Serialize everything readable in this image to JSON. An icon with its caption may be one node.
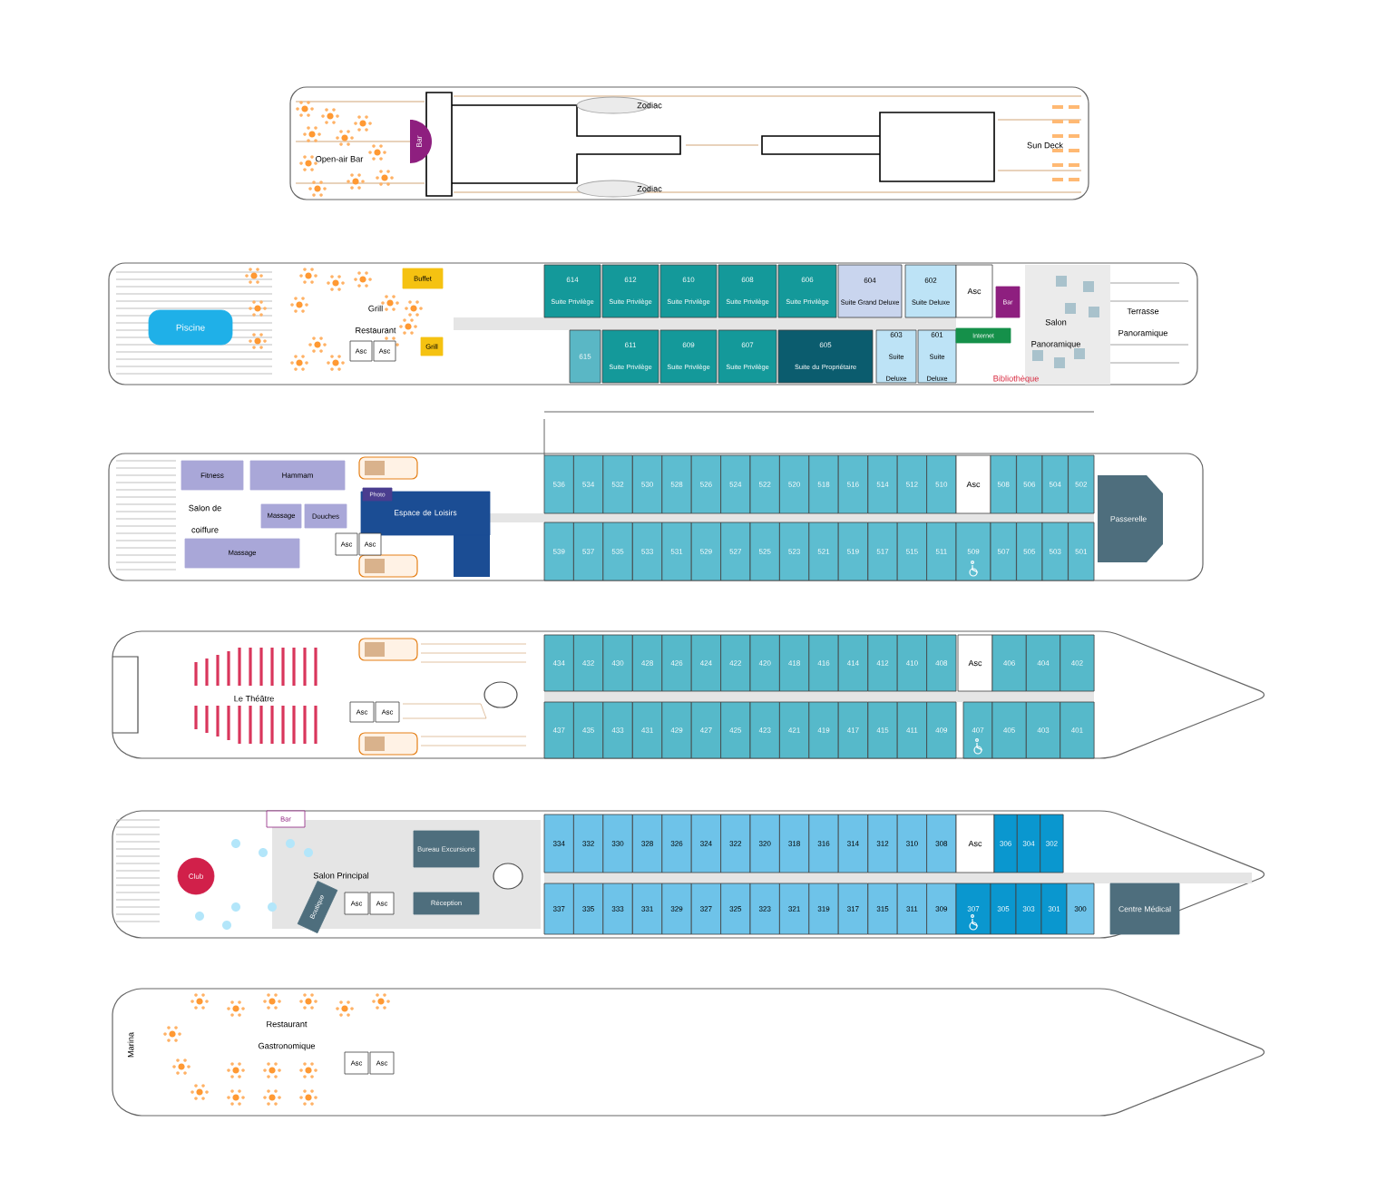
{
  "diagram": {
    "nodes": [
      {
        "text": [
          "Bar"
        ]
      },
      {
        "text": [
          "Piscine"
        ]
      },
      {
        "text": [
          "Buffet"
        ]
      },
      {
        "text": [
          "Asc"
        ]
      },
      {
        "text": [
          "Asc"
        ]
      },
      {
        "text": [
          "Grill"
        ]
      },
      {
        "text": [
          "614",
          "Suite Privilège"
        ]
      },
      {
        "text": [
          "612",
          "Suite Privilège"
        ]
      },
      {
        "text": [
          "610",
          "Suite Privilège"
        ]
      },
      {
        "text": [
          "608",
          "Suite Privilège"
        ]
      },
      {
        "text": [
          "606",
          "Suite Privilège"
        ]
      },
      {
        "text": [
          "604",
          "Suite Grand Deluxe"
        ]
      },
      {
        "text": [
          "602",
          "Suite Deluxe"
        ]
      },
      {
        "text": [
          "Asc"
        ]
      },
      {
        "text": [
          "Bar"
        ]
      },
      {
        "text": [
          "615"
        ]
      },
      {
        "text": [
          "611",
          "Suite Privilège"
        ]
      },
      {
        "text": [
          "609",
          "Suite Privilège"
        ]
      },
      {
        "text": [
          "607",
          "Suite Privilège"
        ]
      },
      {
        "text": [
          "605",
          "Suite du Propriétaire"
        ]
      },
      {
        "text": [
          "603",
          "Suite Deluxe"
        ]
      },
      {
        "text": [
          "601",
          "Suite Deluxe"
        ]
      },
      {
        "text": [
          "Internet"
        ]
      },
      {
        "text": [
          "Fitness"
        ]
      },
      {
        "text": [
          "Hammam"
        ]
      },
      {
        "text": [
          "Massage"
        ]
      },
      {
        "text": [
          "Douches"
        ]
      },
      {
        "text": [
          "Massage"
        ]
      },
      {
        "text": [
          "Espace de Loisirs"
        ]
      },
      {
        "text": [
          "Photo"
        ],
        "in": 28
      },
      {
        "text": [
          "Asc"
        ]
      },
      {
        "text": [
          "Asc"
        ]
      },
      {
        "text": [
          "536"
        ]
      },
      {
        "text": [
          "534"
        ]
      },
      {
        "text": [
          "532"
        ]
      },
      {
        "text": [
          "530"
        ]
      },
      {
        "text": [
          "528"
        ]
      },
      {
        "text": [
          "526"
        ]
      },
      {
        "text": [
          "524"
        ]
      },
      {
        "text": [
          "522"
        ]
      },
      {
        "text": [
          "520"
        ]
      },
      {
        "text": [
          "518"
        ]
      },
      {
        "text": [
          "516"
        ]
      },
      {
        "text": [
          "514"
        ]
      },
      {
        "text": [
          "512"
        ]
      },
      {
        "text": [
          "510"
        ]
      },
      {
        "text": [
          "Asc"
        ]
      },
      {
        "text": [
          "508"
        ]
      },
      {
        "text": [
          "506"
        ]
      },
      {
        "text": [
          "504"
        ]
      },
      {
        "text": [
          "502"
        ]
      },
      {
        "text": [
          "539"
        ]
      },
      {
        "text": [
          "537"
        ]
      },
      {
        "text": [
          "535"
        ]
      },
      {
        "text": [
          "533"
        ]
      },
      {
        "text": [
          "531"
        ]
      },
      {
        "text": [
          "529"
        ]
      },
      {
        "text": [
          "527"
        ]
      },
      {
        "text": [
          "525"
        ]
      },
      {
        "text": [
          "523"
        ]
      },
      {
        "text": [
          "521"
        ]
      },
      {
        "text": [
          "519"
        ]
      },
      {
        "text": [
          "517"
        ]
      },
      {
        "text": [
          "515"
        ]
      },
      {
        "text": [
          "511"
        ]
      },
      {
        "text": [
          "509"
        ]
      },
      {
        "text": [
          "507"
        ]
      },
      {
        "text": [
          "505"
        ]
      },
      {
        "text": [
          "503"
        ]
      },
      {
        "text": [
          "501"
        ]
      },
      {
        "text": [
          "Passerelle"
        ]
      },
      {
        "text": [
          "Asc"
        ]
      },
      {
        "text": [
          "Asc"
        ]
      },
      {
        "text": [
          "434"
        ]
      },
      {
        "text": [
          "432"
        ]
      },
      {
        "text": [
          "430"
        ]
      },
      {
        "text": [
          "428"
        ]
      },
      {
        "text": [
          "426"
        ]
      },
      {
        "text": [
          "424"
        ]
      },
      {
        "text": [
          "422"
        ]
      },
      {
        "text": [
          "420"
        ]
      },
      {
        "text": [
          "418"
        ]
      },
      {
        "text": [
          "416"
        ]
      },
      {
        "text": [
          "414"
        ]
      },
      {
        "text": [
          "412"
        ]
      },
      {
        "text": [
          "410"
        ]
      },
      {
        "text": [
          "408"
        ]
      },
      {
        "text": [
          "Asc"
        ]
      },
      {
        "text": [
          "406"
        ]
      },
      {
        "text": [
          "404"
        ]
      },
      {
        "text": [
          "402"
        ]
      },
      {
        "text": [
          "437"
        ]
      },
      {
        "text": [
          "435"
        ]
      },
      {
        "text": [
          "433"
        ]
      },
      {
        "text": [
          "431"
        ]
      },
      {
        "text": [
          "429"
        ]
      },
      {
        "text": [
          "427"
        ]
      },
      {
        "text": [
          "425"
        ]
      },
      {
        "text": [
          "423"
        ]
      },
      {
        "text": [
          "421"
        ]
      },
      {
        "text": [
          "419"
        ]
      },
      {
        "text": [
          "417"
        ]
      },
      {
        "text": [
          "415"
        ]
      },
      {
        "text": [
          "411"
        ]
      },
      {
        "text": [
          "409"
        ]
      },
      {
        "text": [
          "407"
        ]
      },
      {
        "text": [
          "405"
        ]
      },
      {
        "text": [
          "403"
        ]
      },
      {
        "text": [
          "401"
        ]
      },
      {
        "text": [
          "Bar"
        ]
      },
      {
        "text": [
          "Club"
        ]
      },
      {
        "text": [
          "Bureau Excursions"
        ]
      },
      {
        "text": [
          "Boutique"
        ]
      },
      {
        "text": [
          "Asc"
        ]
      },
      {
        "text": [
          "Asc"
        ]
      },
      {
        "text": [
          "Réception"
        ]
      },
      {
        "text": [
          "334"
        ]
      },
      {
        "text": [
          "332"
        ]
      },
      {
        "text": [
          "330"
        ]
      },
      {
        "text": [
          "328"
        ]
      },
      {
        "text": [
          "326"
        ]
      },
      {
        "text": [
          "324"
        ]
      },
      {
        "text": [
          "322"
        ]
      },
      {
        "text": [
          "320"
        ]
      },
      {
        "text": [
          "318"
        ]
      },
      {
        "text": [
          "316"
        ]
      },
      {
        "text": [
          "314"
        ]
      },
      {
        "text": [
          "312"
        ]
      },
      {
        "text": [
          "310"
        ]
      },
      {
        "text": [
          "308"
        ]
      },
      {
        "text": [
          "Asc"
        ]
      },
      {
        "text": [
          "306"
        ]
      },
      {
        "text": [
          "304"
        ]
      },
      {
        "text": [
          "302"
        ]
      },
      {
        "text": [
          "337"
        ]
      },
      {
        "text": [
          "335"
        ]
      },
      {
        "text": [
          "333"
        ]
      },
      {
        "text": [
          "331"
        ]
      },
      {
        "text": [
          "329"
        ]
      },
      {
        "text": [
          "327"
        ]
      },
      {
        "text": [
          "325"
        ]
      },
      {
        "text": [
          "323"
        ]
      },
      {
        "text": [
          "321"
        ]
      },
      {
        "text": [
          "319"
        ]
      },
      {
        "text": [
          "317"
        ]
      },
      {
        "text": [
          "315"
        ]
      },
      {
        "text": [
          "311"
        ]
      },
      {
        "text": [
          "309"
        ]
      },
      {
        "text": [
          "307"
        ]
      },
      {
        "text": [
          "305"
        ]
      },
      {
        "text": [
          "303"
        ]
      },
      {
        "text": [
          "301"
        ]
      },
      {
        "text": [
          "300"
        ]
      },
      {
        "text": [
          "Centre Médical"
        ]
      },
      {
        "text": [
          "Asc"
        ]
      },
      {
        "text": [
          "Asc"
        ]
      }
    ],
    "labels": [
      "Open-air Bar",
      "Zodiac",
      "Zodiac",
      "Sun Deck",
      "Grill Restaurant",
      "Salon Panoramique",
      "Bibliothèque",
      "Terrasse Panoramique",
      "Salon de coiffure",
      "Le Théâtre",
      "Salon Principal",
      "Marina",
      "Restaurant Gastronomique"
    ]
  }
}
